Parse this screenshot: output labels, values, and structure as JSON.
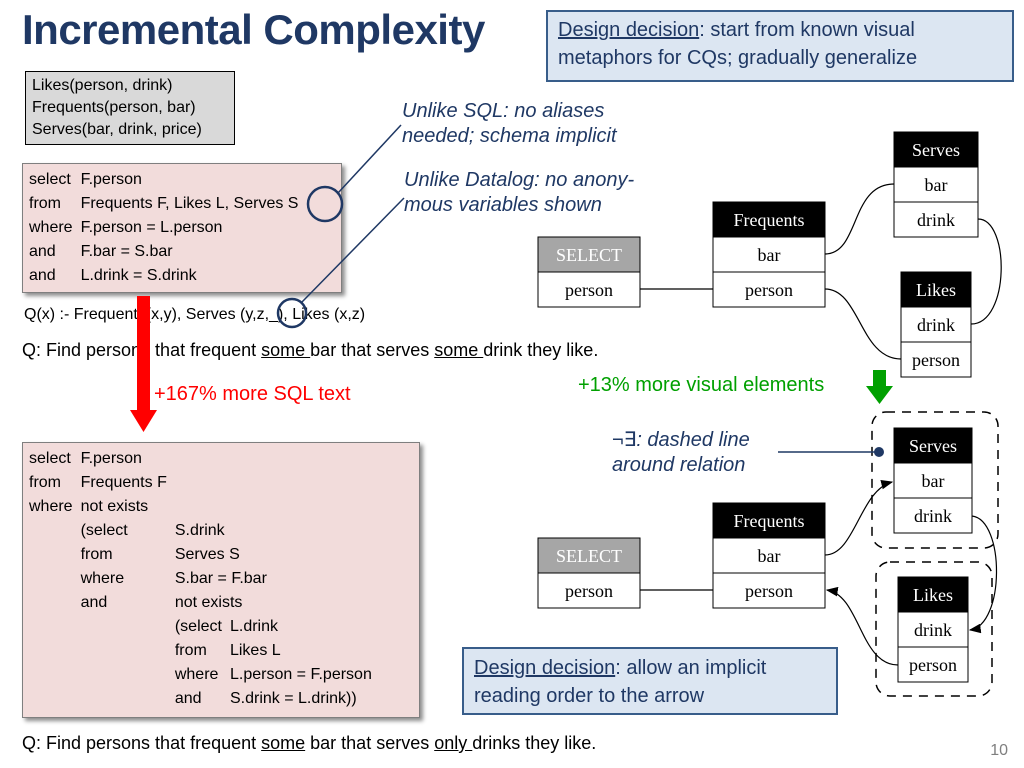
{
  "title": "Incremental Complexity",
  "design_top": {
    "label": "Design decision",
    "text": ": start from known visual metaphors for CQs; gradually generalize"
  },
  "schema": [
    "Likes(person, drink)",
    "Frequents(person, bar)",
    "Serves(bar, drink, price)"
  ],
  "sql1": [
    [
      "select",
      "F.person"
    ],
    [
      "from",
      "Frequents F, Likes L, Serves S"
    ],
    [
      "where",
      "F.person = L.person"
    ],
    [
      "and",
      "F.bar = S.bar"
    ],
    [
      "and",
      "L.drink = S.drink"
    ]
  ],
  "note_sql": {
    "line1": "Unlike SQL: no aliases",
    "line2": "needed; schema implicit"
  },
  "note_datalog": {
    "line1": "Unlike Datalog: no anony-",
    "line2": "mous variables shown"
  },
  "datalog": "Q(x) :- Frequents(x,y), Serves (y,z,_), Likes (x,z)",
  "q1": {
    "before": "Q: Find persons that frequent ",
    "u1": "some ",
    "mid": "bar that serves ",
    "u2": "some ",
    "after": "drink they like."
  },
  "more_sql": "+167% more SQL text",
  "more_visual": "+13% more visual elements",
  "sql2": [
    [
      "select",
      "F.person",
      "",
      "",
      ""
    ],
    [
      "from",
      "Frequents F",
      "",
      "",
      ""
    ],
    [
      "where",
      "not exists",
      "",
      "",
      ""
    ],
    [
      "",
      "(select",
      "S.drink",
      "",
      ""
    ],
    [
      "",
      "from",
      "Serves S",
      "",
      ""
    ],
    [
      "",
      "where",
      "S.bar = F.bar",
      "",
      ""
    ],
    [
      "",
      "and",
      "not exists",
      "",
      ""
    ],
    [
      "",
      "",
      "(select",
      "L.drink",
      ""
    ],
    [
      "",
      "",
      "from",
      "Likes L",
      ""
    ],
    [
      "",
      "",
      "where",
      "L.person = F.person",
      ""
    ],
    [
      "",
      "",
      "and",
      "S.drink = L.drink))",
      ""
    ]
  ],
  "note_dashed": {
    "line1": "¬∃: dashed line",
    "line2": "around relation"
  },
  "design_bottom": {
    "label": "Design decision",
    "text": ": allow an implicit reading order to the arrow"
  },
  "q2": {
    "before": "Q: Find persons that frequent ",
    "u1": "some",
    "mid": " bar that serves ",
    "u2": "only ",
    "after": "drinks they like."
  },
  "page_number": "10",
  "diagram1": {
    "select": {
      "header": "SELECT",
      "rows": [
        "person"
      ]
    },
    "frequents": {
      "header": "Frequents",
      "rows": [
        "bar",
        "person"
      ]
    },
    "serves": {
      "header": "Serves",
      "rows": [
        "bar",
        "drink"
      ]
    },
    "likes": {
      "header": "Likes",
      "rows": [
        "drink",
        "person"
      ]
    }
  },
  "diagram2": {
    "select": {
      "header": "SELECT",
      "rows": [
        "person"
      ]
    },
    "frequents": {
      "header": "Frequents",
      "rows": [
        "bar",
        "person"
      ]
    },
    "serves": {
      "header": "Serves",
      "rows": [
        "bar",
        "drink"
      ]
    },
    "likes": {
      "header": "Likes",
      "rows": [
        "drink",
        "person"
      ]
    }
  },
  "colors": {
    "title": "#1f3864",
    "design_fill": "#dce6f2",
    "sql_fill": "#f2dcdb",
    "red_arrow": "#ff0000",
    "green_arrow": "#00a000",
    "select_header": "#a6a6a6"
  }
}
